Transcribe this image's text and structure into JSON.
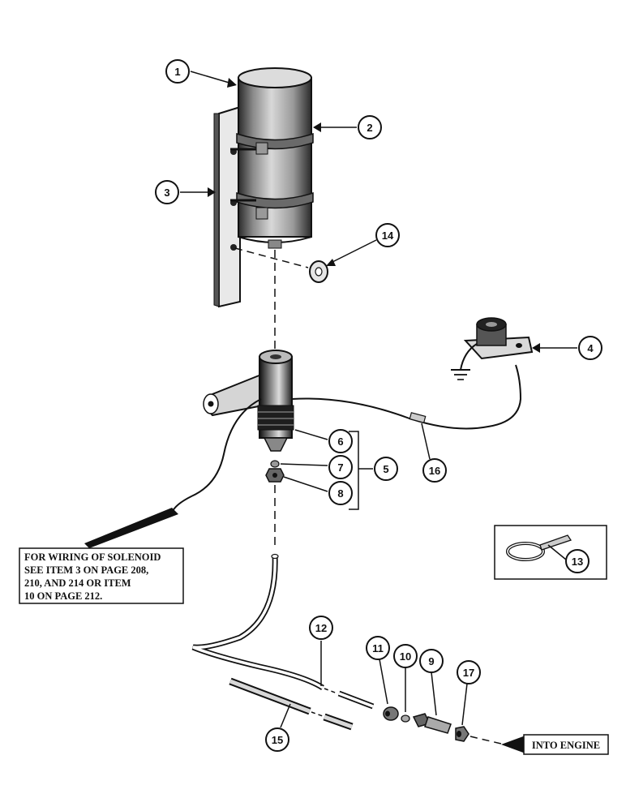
{
  "callouts": {
    "c1": "1",
    "c2": "2",
    "c3": "3",
    "c4": "4",
    "c5": "5",
    "c6": "6",
    "c7": "7",
    "c8": "8",
    "c9": "9",
    "c10": "10",
    "c11": "11",
    "c12": "12",
    "c13": "13",
    "c14": "14",
    "c15": "15",
    "c16": "16",
    "c17": "17"
  },
  "wiring_note": {
    "line1": "FOR WIRING OF SOLENOID",
    "line2": "SEE ITEM 3 ON PAGE 208,",
    "line3": "210, AND 214 OR ITEM",
    "line4": "10 ON PAGE 212."
  },
  "engine_label": "INTO ENGINE"
}
